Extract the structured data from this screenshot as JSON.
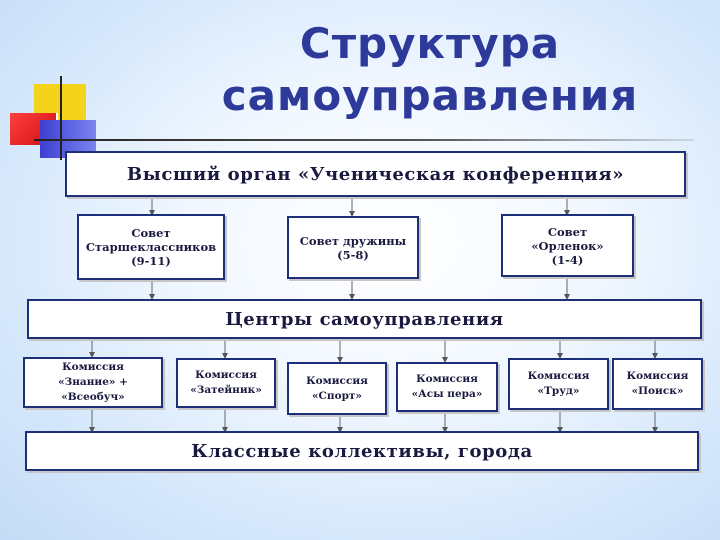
{
  "title": {
    "line1": "Структура",
    "line2": "самоуправления"
  },
  "top_box": "Высший орган «Ученическая конференция»",
  "councils": [
    {
      "label": "Совет\nСтаршеклассников\n(9-11)"
    },
    {
      "label": "Совет дружины\n(5-8)"
    },
    {
      "label": "Совет\n«Орленок»\n(1-4)"
    }
  ],
  "centers_box": "Центры самоуправления",
  "commissions": [
    {
      "label": "Комиссия\n«Знание» +\n«Всеобуч»"
    },
    {
      "label": "Комиссия\n«Затейник»"
    },
    {
      "label": "Комиссия\n«Спорт»"
    },
    {
      "label": "Комиссия\n«Асы пера»"
    },
    {
      "label": "Комиссия\n«Труд»"
    },
    {
      "label": "Комиссия\n«Поиск»"
    }
  ],
  "bottom_box": "Классные коллективы, города"
}
